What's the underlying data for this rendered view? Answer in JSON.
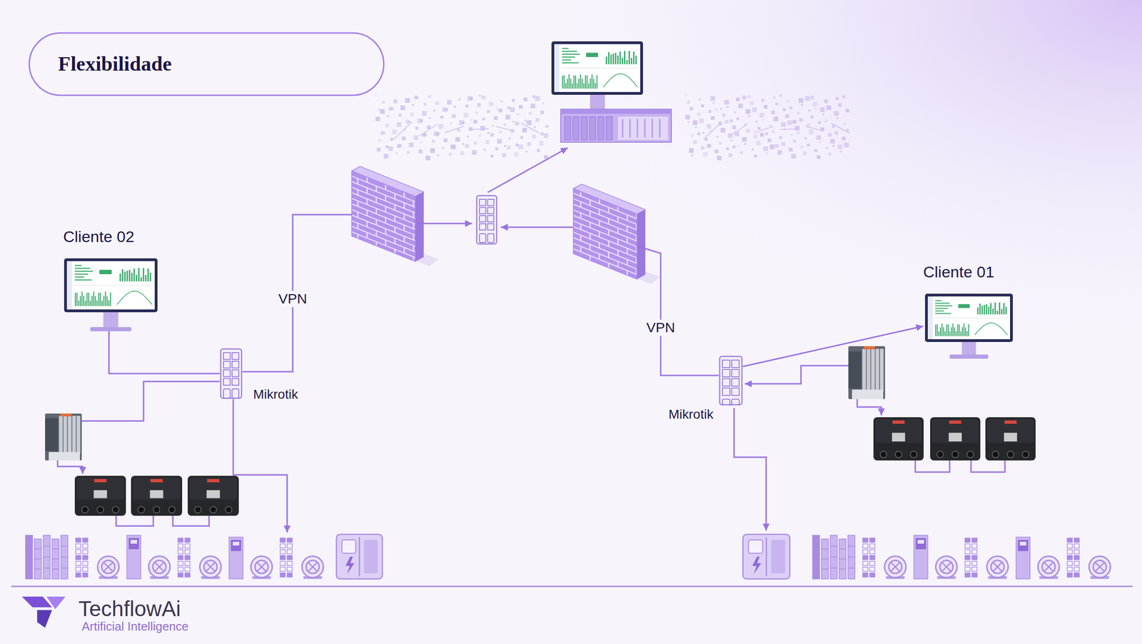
{
  "diagram": {
    "title": "Flexibilidade",
    "nodes": [
      {
        "text": [
          "Cliente 02"
        ]
      },
      {
        "text": [
          "Cliente 01"
        ]
      },
      {
        "text": [
          "Mikrotik"
        ]
      },
      {
        "text": [
          "Mikrotik"
        ]
      }
    ],
    "edges": [
      {
        "from": 0,
        "to": 2,
        "arrow": "none"
      },
      {
        "from": 3,
        "to": 1,
        "arrow": "to"
      }
    ],
    "labels": [
      "VPN",
      "VPN",
      "TechflowAi",
      "Artificial Intelligence"
    ]
  }
}
